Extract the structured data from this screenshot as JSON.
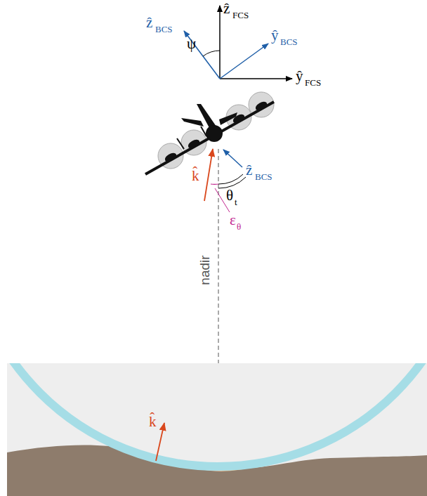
{
  "diagram": {
    "labels": [
      "ẑ",
      "FCS",
      "ẑ",
      "BCS",
      "ψ",
      "ŷ",
      "BCS",
      "ŷ",
      "FCS",
      "k̂",
      "θ",
      "t",
      "ẑ",
      "BCS",
      "ε",
      "θ",
      "nadir",
      "k̂"
    ]
  }
}
